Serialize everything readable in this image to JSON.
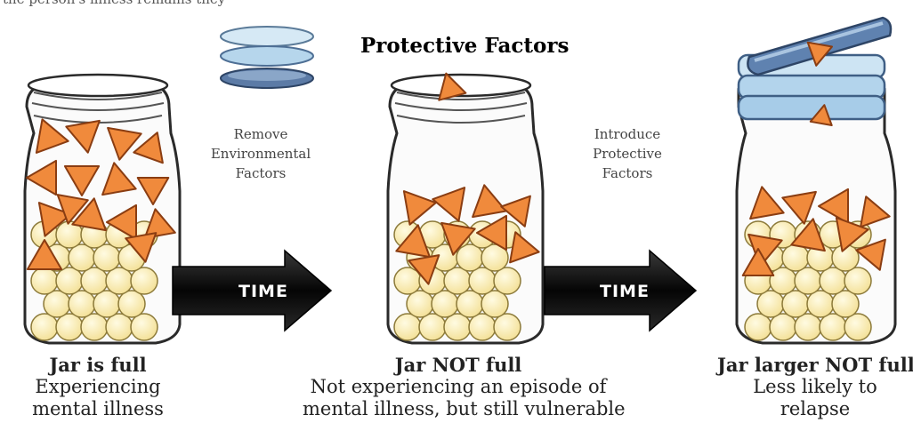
{
  "header": {
    "partial_text": "the person's illness remains they",
    "title": "Protective Factors"
  },
  "steps": [
    {
      "lines": [
        "Remove",
        "Environmental",
        "Factors"
      ]
    },
    {
      "lines": [
        "Introduce",
        "Protective",
        "Factors"
      ]
    }
  ],
  "arrows": [
    {
      "label": "TIME"
    },
    {
      "label": "TIME"
    }
  ],
  "jars": [
    {
      "title": "Jar is full",
      "lines": [
        "Experiencing",
        "mental illness"
      ]
    },
    {
      "title": "Jar NOT full",
      "lines": [
        "Not experiencing an episode of",
        "mental illness, but still vulnerable"
      ]
    },
    {
      "title": "Jar larger NOT full",
      "lines": [
        "Less likely to",
        "relapse"
      ]
    }
  ],
  "colors": {
    "triangle": "#f08a3c",
    "triangle_edge": "#8a3d12",
    "ball": "#f6e7a8",
    "ball_edge": "#8c7a3a",
    "disc_light": "#c9e2f2",
    "disc_mid": "#a9cfe8",
    "disc_dark": "#4f6f9c",
    "arrow": "#151515",
    "jar_outline": "#2a2a2a"
  }
}
